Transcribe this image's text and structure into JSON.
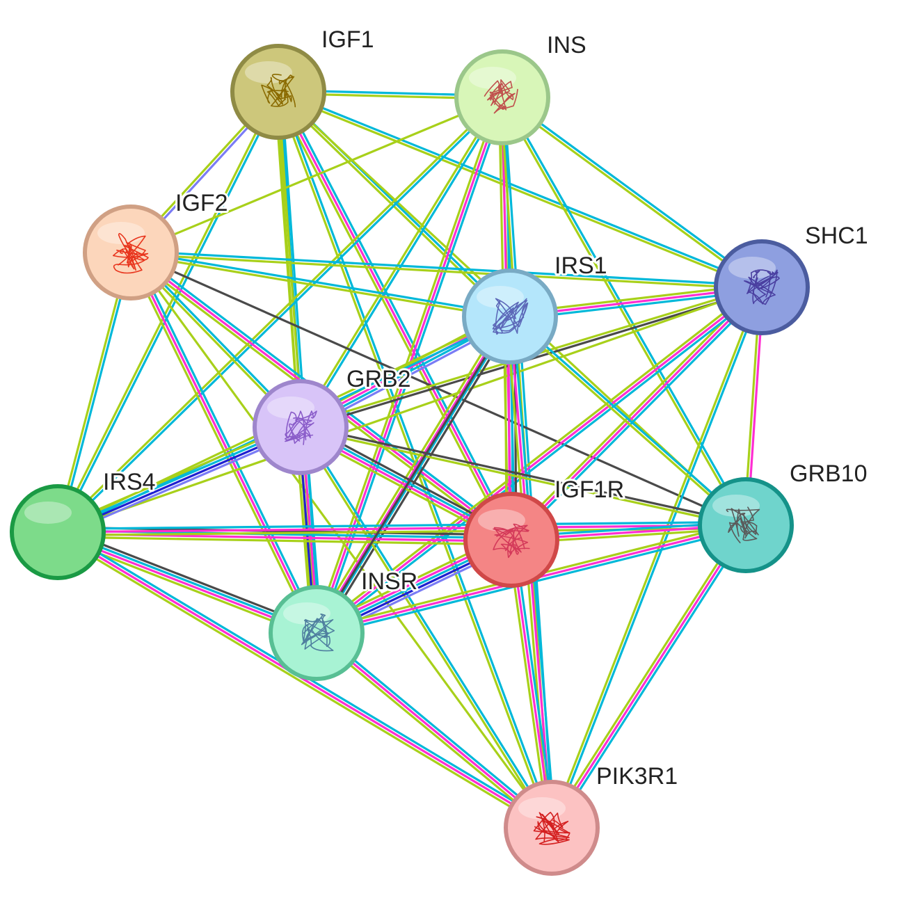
{
  "evidence_colors": {
    "curated_database": "#00b8d9",
    "experimentally_determined": "#ff2ed1",
    "textmining": "#a8d01a",
    "coexpression": "#4a4a4a",
    "protein_homology": "#7a7cf5",
    "gene_fusion": "#2020d0"
  },
  "nodes": [
    {
      "id": "IGF1",
      "label": "IGF1",
      "fill": "#cdc77b",
      "stroke": "#8f8b45",
      "struct": "#8a6a00",
      "has_structure": true
    },
    {
      "id": "INS",
      "label": "INS",
      "fill": "#d8f6b8",
      "stroke": "#9bc78a",
      "struct": "#c0504d",
      "has_structure": true
    },
    {
      "id": "IGF2",
      "label": "IGF2",
      "fill": "#fcd6bb",
      "stroke": "#d0a084",
      "struct": "#e8341c",
      "has_structure": true
    },
    {
      "id": "SHC1",
      "label": "SHC1",
      "fill": "#8e9fe0",
      "stroke": "#4b5c9f",
      "struct": "#4a3fa0",
      "has_structure": true
    },
    {
      "id": "IRS1",
      "label": "IRS1",
      "fill": "#b4e6fb",
      "stroke": "#79aac4",
      "struct": "#5c68b8",
      "has_structure": true
    },
    {
      "id": "GRB2",
      "label": "GRB2",
      "fill": "#d8c4f8",
      "stroke": "#9e86cc",
      "struct": "#8a5cc9",
      "has_structure": true
    },
    {
      "id": "IRS4",
      "label": "IRS4",
      "fill": "#7ddb8a",
      "stroke": "#1a9a44",
      "struct": "#1a9a44",
      "has_structure": false
    },
    {
      "id": "IGF1R",
      "label": "IGF1R",
      "fill": "#f48585",
      "stroke": "#d04848",
      "struct": "#d43a5a",
      "has_structure": true
    },
    {
      "id": "GRB10",
      "label": "GRB10",
      "fill": "#6fd4cc",
      "stroke": "#159289",
      "struct": "#5a5a5a",
      "has_structure": true
    },
    {
      "id": "INSR",
      "label": "INSR",
      "fill": "#a8f3d4",
      "stroke": "#58bf94",
      "struct": "#4f7f9f",
      "has_structure": true
    },
    {
      "id": "PIK3R1",
      "label": "PIK3R1",
      "fill": "#fcc2c2",
      "stroke": "#cf8b8b",
      "struct": "#d42020",
      "has_structure": true
    }
  ],
  "edges": [
    {
      "source": "IGF1",
      "target": "INS",
      "evidence": [
        "curated_database",
        "textmining"
      ]
    },
    {
      "source": "IGF1",
      "target": "IGF2",
      "evidence": [
        "protein_homology",
        "textmining"
      ]
    },
    {
      "source": "IGF1",
      "target": "SHC1",
      "evidence": [
        "curated_database",
        "textmining"
      ]
    },
    {
      "source": "IGF1",
      "target": "IRS1",
      "evidence": [
        "curated_database",
        "textmining"
      ]
    },
    {
      "source": "IGF1",
      "target": "GRB2",
      "evidence": [
        "curated_database",
        "textmining"
      ]
    },
    {
      "source": "IGF1",
      "target": "IRS4",
      "evidence": [
        "curated_database",
        "textmining"
      ]
    },
    {
      "source": "IGF1",
      "target": "IGF1R",
      "evidence": [
        "curated_database",
        "experimentally_determined",
        "textmining"
      ]
    },
    {
      "source": "IGF1",
      "target": "GRB10",
      "evidence": [
        "textmining"
      ]
    },
    {
      "source": "IGF1",
      "target": "INSR",
      "evidence": [
        "curated_database",
        "textmining",
        "textmining"
      ]
    },
    {
      "source": "IGF1",
      "target": "PIK3R1",
      "evidence": [
        "curated_database",
        "textmining"
      ]
    },
    {
      "source": "INS",
      "target": "IGF2",
      "evidence": [
        "textmining"
      ]
    },
    {
      "source": "INS",
      "target": "SHC1",
      "evidence": [
        "curated_database",
        "textmining"
      ]
    },
    {
      "source": "INS",
      "target": "IRS1",
      "evidence": [
        "curated_database",
        "textmining"
      ]
    },
    {
      "source": "INS",
      "target": "GRB2",
      "evidence": [
        "curated_database",
        "textmining"
      ]
    },
    {
      "source": "INS",
      "target": "IRS4",
      "evidence": [
        "curated_database",
        "textmining"
      ]
    },
    {
      "source": "INS",
      "target": "IGF1R",
      "evidence": [
        "curated_database",
        "experimentally_determined",
        "textmining"
      ]
    },
    {
      "source": "INS",
      "target": "GRB10",
      "evidence": [
        "curated_database",
        "textmining"
      ]
    },
    {
      "source": "INS",
      "target": "INSR",
      "evidence": [
        "curated_database",
        "experimentally_determined",
        "textmining"
      ]
    },
    {
      "source": "INS",
      "target": "PIK3R1",
      "evidence": [
        "curated_database",
        "textmining"
      ]
    },
    {
      "source": "IGF2",
      "target": "SHC1",
      "evidence": [
        "curated_database",
        "textmining"
      ]
    },
    {
      "source": "IGF2",
      "target": "IRS1",
      "evidence": [
        "curated_database",
        "textmining"
      ]
    },
    {
      "source": "IGF2",
      "target": "GRB2",
      "evidence": [
        "curated_database",
        "textmining"
      ]
    },
    {
      "source": "IGF2",
      "target": "IRS4",
      "evidence": [
        "curated_database",
        "textmining"
      ]
    },
    {
      "source": "IGF2",
      "target": "IGF1R",
      "evidence": [
        "curated_database",
        "experimentally_determined",
        "textmining"
      ]
    },
    {
      "source": "IGF2",
      "target": "GRB10",
      "evidence": [
        "coexpression"
      ]
    },
    {
      "source": "IGF2",
      "target": "INSR",
      "evidence": [
        "curated_database",
        "experimentally_determined",
        "textmining"
      ]
    },
    {
      "source": "IGF2",
      "target": "PIK3R1",
      "evidence": [
        "textmining"
      ]
    },
    {
      "source": "SHC1",
      "target": "IRS1",
      "evidence": [
        "curated_database",
        "experimentally_determined",
        "textmining"
      ]
    },
    {
      "source": "SHC1",
      "target": "GRB2",
      "evidence": [
        "coexpression",
        "textmining"
      ]
    },
    {
      "source": "SHC1",
      "target": "IRS4",
      "evidence": [
        "textmining"
      ]
    },
    {
      "source": "SHC1",
      "target": "IGF1R",
      "evidence": [
        "curated_database",
        "experimentally_determined",
        "textmining"
      ]
    },
    {
      "source": "SHC1",
      "target": "GRB10",
      "evidence": [
        "experimentally_determined",
        "textmining"
      ]
    },
    {
      "source": "SHC1",
      "target": "INSR",
      "evidence": [
        "curated_database",
        "experimentally_determined",
        "textmining"
      ]
    },
    {
      "source": "SHC1",
      "target": "PIK3R1",
      "evidence": [
        "curated_database",
        "textmining"
      ]
    },
    {
      "source": "IRS1",
      "target": "GRB2",
      "evidence": [
        "protein_homology",
        "curated_database",
        "experimentally_determined",
        "textmining"
      ]
    },
    {
      "source": "IRS1",
      "target": "IRS4",
      "evidence": [
        "curated_database",
        "textmining"
      ]
    },
    {
      "source": "IRS1",
      "target": "IGF1R",
      "evidence": [
        "coexpression",
        "curated_database",
        "experimentally_determined",
        "textmining"
      ]
    },
    {
      "source": "IRS1",
      "target": "GRB10",
      "evidence": [
        "curated_database",
        "textmining"
      ]
    },
    {
      "source": "IRS1",
      "target": "INSR",
      "evidence": [
        "coexpression",
        "curated_database",
        "experimentally_determined",
        "textmining"
      ]
    },
    {
      "source": "IRS1",
      "target": "PIK3R1",
      "evidence": [
        "curated_database",
        "experimentally_determined",
        "textmining"
      ]
    },
    {
      "source": "GRB2",
      "target": "IRS4",
      "evidence": [
        "protein_homology",
        "gene_fusion",
        "curated_database",
        "textmining"
      ]
    },
    {
      "source": "GRB2",
      "target": "IGF1R",
      "evidence": [
        "coexpression",
        "curated_database",
        "experimentally_determined",
        "textmining"
      ]
    },
    {
      "source": "GRB2",
      "target": "GRB10",
      "evidence": [
        "coexpression",
        "textmining"
      ]
    },
    {
      "source": "GRB2",
      "target": "INSR",
      "evidence": [
        "curated_database",
        "experimentally_determined",
        "gene_fusion",
        "textmining"
      ]
    },
    {
      "source": "GRB2",
      "target": "PIK3R1",
      "evidence": [
        "curated_database",
        "textmining"
      ]
    },
    {
      "source": "IRS4",
      "target": "IGF1R",
      "evidence": [
        "coexpression",
        "curated_database",
        "experimentally_determined",
        "textmining"
      ]
    },
    {
      "source": "IRS4",
      "target": "GRB10",
      "evidence": [
        "curated_database",
        "experimentally_determined",
        "textmining"
      ]
    },
    {
      "source": "IRS4",
      "target": "INSR",
      "evidence": [
        "coexpression",
        "curated_database",
        "experimentally_determined",
        "textmining"
      ]
    },
    {
      "source": "IRS4",
      "target": "PIK3R1",
      "evidence": [
        "curated_database",
        "experimentally_determined",
        "textmining"
      ]
    },
    {
      "source": "IGF1R",
      "target": "GRB10",
      "evidence": [
        "curated_database",
        "experimentally_determined",
        "textmining"
      ]
    },
    {
      "source": "IGF1R",
      "target": "INSR",
      "evidence": [
        "protein_homology",
        "gene_fusion",
        "curated_database",
        "experimentally_determined",
        "textmining"
      ]
    },
    {
      "source": "IGF1R",
      "target": "PIK3R1",
      "evidence": [
        "curated_database",
        "experimentally_determined",
        "textmining"
      ]
    },
    {
      "source": "GRB10",
      "target": "INSR",
      "evidence": [
        "curated_database",
        "experimentally_determined",
        "textmining"
      ]
    },
    {
      "source": "GRB10",
      "target": "PIK3R1",
      "evidence": [
        "curated_database",
        "experimentally_determined",
        "textmining"
      ]
    },
    {
      "source": "INSR",
      "target": "PIK3R1",
      "evidence": [
        "curated_database",
        "experimentally_determined",
        "textmining"
      ]
    },
    {
      "source": "INSR",
      "target": "IRS1",
      "evidence": [
        "coexpression"
      ]
    }
  ]
}
